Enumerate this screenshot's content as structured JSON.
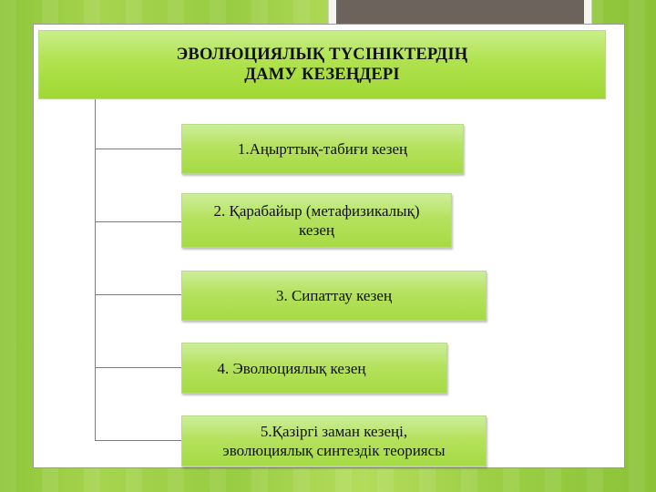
{
  "title": {
    "line1": "ЭВОЛЮЦИЯЛЫҚ ТҮСІНІКТЕРДІҢ",
    "line2": "ДАМУ КЕЗЕҢДЕРІ"
  },
  "stages": [
    {
      "line1": "1.Аңырттық-табиғи кезең",
      "line2": ""
    },
    {
      "line1": "2. Қарабайыр (метафизикалық)",
      "line2": "кезең"
    },
    {
      "line1": "3. Сипаттау кезең",
      "line2": ""
    },
    {
      "line1": "4. Эволюциялық кезең",
      "line2": ""
    },
    {
      "line1": "5.Қазіргі заман кезеңі,",
      "line2": "эволюциялық синтездік теориясы"
    }
  ]
}
